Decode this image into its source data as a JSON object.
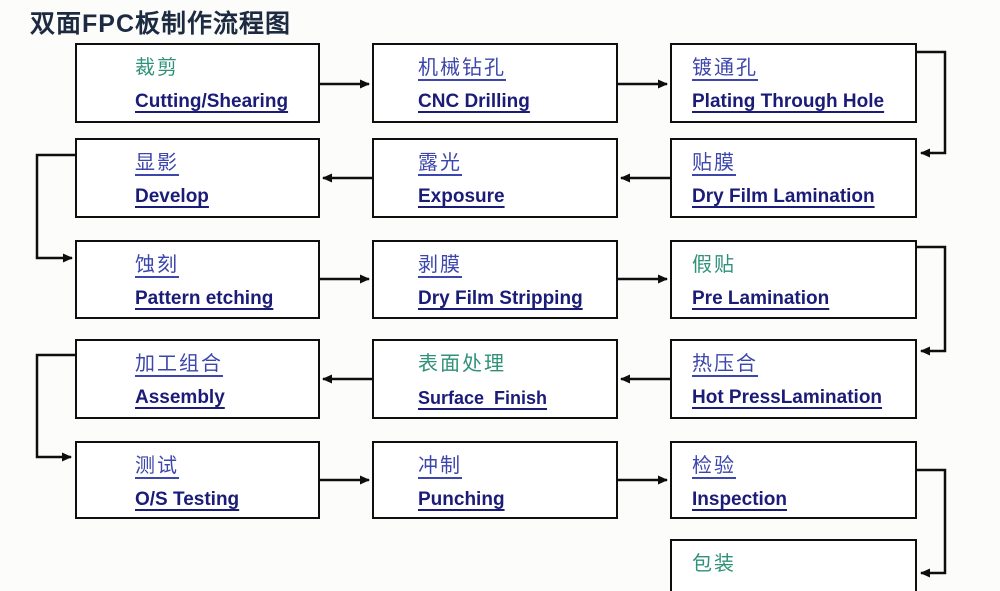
{
  "title": "双面FPC板制作流程图",
  "colors": {
    "title_color": "#1c2b42",
    "blue_label": "#3c46ac",
    "green_label": "#2f9178",
    "english_label": "#1b1b78",
    "line_color": "#0e0e0e"
  },
  "boxes": [
    {
      "id": "cutting",
      "cn": "裁剪",
      "en": "Cutting/Shearing",
      "cn_color": "green"
    },
    {
      "id": "cnc-drilling",
      "cn": "机械钻孔",
      "en": "CNC Drilling",
      "cn_color": "blue"
    },
    {
      "id": "plating-through-hole",
      "cn": "镀通孔",
      "en": "Plating Through Hole",
      "cn_color": "blue"
    },
    {
      "id": "develop",
      "cn": "显影",
      "en": "Develop",
      "cn_color": "blue"
    },
    {
      "id": "exposure",
      "cn": "露光",
      "en": "Exposure",
      "cn_color": "blue"
    },
    {
      "id": "dry-film-lamination",
      "cn": "贴膜",
      "en": "Dry Film Lamination",
      "cn_color": "blue"
    },
    {
      "id": "pattern-etching",
      "cn": "蚀刻",
      "en": "Pattern etching",
      "cn_color": "blue"
    },
    {
      "id": "dry-film-stripping",
      "cn": "剥膜",
      "en": "Dry Film Stripping",
      "cn_color": "blue"
    },
    {
      "id": "pre-lamination",
      "cn": "假贴",
      "en": "Pre Lamination",
      "cn_color": "green"
    },
    {
      "id": "assembly",
      "cn": "加工组合",
      "en": "Assembly",
      "cn_color": "blue"
    },
    {
      "id": "surface-finish",
      "cn": "表面处理",
      "en": "Surface  Finish",
      "cn_color": "green"
    },
    {
      "id": "hot-press-lamination",
      "cn": "热压合",
      "en": "Hot PressLamination",
      "cn_color": "blue"
    },
    {
      "id": "os-testing",
      "cn": "测试",
      "en": "O/S Testing",
      "cn_color": "blue"
    },
    {
      "id": "punching",
      "cn": "冲制",
      "en": "Punching",
      "cn_color": "blue"
    },
    {
      "id": "inspection",
      "cn": "检验",
      "en": "Inspection",
      "cn_color": "blue"
    },
    {
      "id": "packing",
      "cn": "包装",
      "en": "",
      "cn_color": "green"
    }
  ],
  "flow": [
    [
      "cutting",
      "cnc-drilling"
    ],
    [
      "cnc-drilling",
      "plating-through-hole"
    ],
    [
      "plating-through-hole",
      "dry-film-lamination"
    ],
    [
      "dry-film-lamination",
      "exposure"
    ],
    [
      "exposure",
      "develop"
    ],
    [
      "develop",
      "pattern-etching"
    ],
    [
      "pattern-etching",
      "dry-film-stripping"
    ],
    [
      "dry-film-stripping",
      "pre-lamination"
    ],
    [
      "pre-lamination",
      "hot-press-lamination"
    ],
    [
      "hot-press-lamination",
      "surface-finish"
    ],
    [
      "surface-finish",
      "assembly"
    ],
    [
      "assembly",
      "os-testing"
    ],
    [
      "os-testing",
      "punching"
    ],
    [
      "punching",
      "inspection"
    ],
    [
      "inspection",
      "packing"
    ]
  ]
}
